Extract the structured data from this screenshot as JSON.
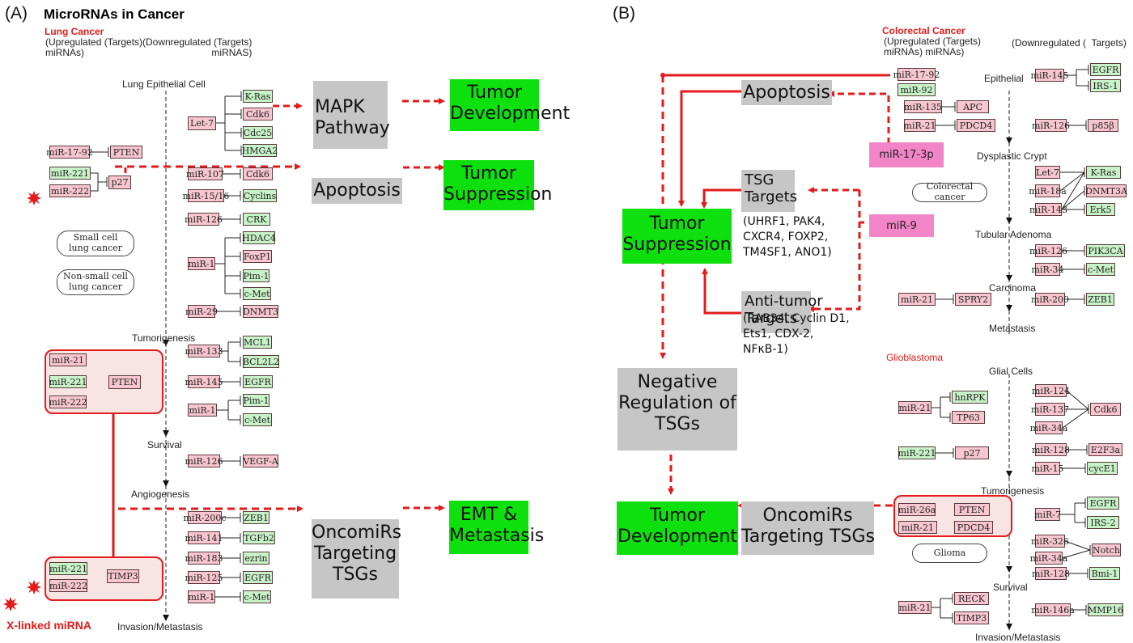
{
  "panel_a": {
    "label": "(A)",
    "title": "MicroRNAs in Cancer",
    "cancer": "Lung Cancer",
    "header_up": "(Upregulated (Targets)\nmiRNAs)",
    "header_down": "(Downregulated (Targets)\nmiRNAS)",
    "stages": [
      "Lung Epithelial Cell",
      "Tumorigenesis",
      "Survival",
      "Angiogenesis",
      "Invasion/Metastasis"
    ],
    "ovals": [
      "Small cell\nlung cancer",
      "Non-small cell\nlung cancer"
    ],
    "left_boxes": [
      "miR-17-92",
      "PTEN",
      "miR-221",
      "miR-222",
      "p27",
      "miR-21",
      "miR-221",
      "miR-222",
      "PTEN",
      "miR-221",
      "miR-222",
      "TIMP3"
    ],
    "mid_boxes": [
      "Let-7",
      "K-Ras",
      "Cdk6",
      "Cdc25",
      "HMGA2",
      "miR-107",
      "Cdk6",
      "miR-15/16",
      "Cyclins",
      "miR-126",
      "CRK",
      "miR-1",
      "HDAC4",
      "FoxP1",
      "Pim-1",
      "c-Met",
      "miR-29",
      "DNMT3",
      "miR-133",
      "MCL1",
      "BCL2L2",
      "miR-145",
      "EGFR",
      "miR-1",
      "Pim-1",
      "c-Met",
      "miR-126",
      "VEGF-A",
      "miR-200c",
      "ZEB1",
      "miR-141",
      "TGFb2",
      "miR-183",
      "ezrin",
      "miR-125",
      "EGFR",
      "miR-1",
      "c-Met"
    ],
    "grey": [
      "MAPK\nPathway",
      "Apoptosis",
      "OncomiRs\nTargeting\nTSGs"
    ],
    "green": [
      "Tumor\nDevelopment",
      "Tumor\nSuppression",
      "EMT &\nMetastasis"
    ],
    "legend": "X-linked miRNA"
  },
  "panel_b": {
    "label": "(B)",
    "cancer": "Colorectal Cancer",
    "header_up": "(Upregulated (Targets)\nmiRNAs) miRNAs)",
    "header_down": "(Downregulated (  Targets)",
    "stages": [
      "Epithelial",
      "Dysplastic Crypt",
      "Tubular Adenoma",
      "Carcinoma",
      "Metastasis"
    ],
    "oval_crc": "Colorectal cancer",
    "glio_title": "Glioblastoma",
    "glio_stages": [
      "Glial Cells",
      "Tumorigenesis",
      "Survival",
      "Invasion/Metastasis"
    ],
    "oval_glioma": "Glioma",
    "grey": [
      "Apoptosis",
      "Negative\nRegulation of\nTSGs",
      "OncomiRs\nTargeting TSGs"
    ],
    "tsg_title": "TSG\nTargets",
    "tsg_list": "(UHRF1, PAK4,\nCXCR4, FOXP2,\nTM4SF1, ANO1)",
    "anti_title": "Anti-tumor\nTargets",
    "anti_list": "(RAB34, Cyclin D1,\nEts1, CDX-2,\nNFκB-1)",
    "mag": [
      "miR-17-3p",
      "miR-9"
    ],
    "green": [
      "Tumor\nSuppression",
      "Tumor\nDevelopment"
    ],
    "crc_left": [
      "miR-17-92",
      "miR-92",
      "miR-135",
      "APC",
      "miR-21",
      "PDCD4",
      "miR-21",
      "SPRY2"
    ],
    "crc_right": [
      "miR-145",
      "EGFR",
      "IRS-1",
      "miR-126",
      "p85β",
      "Let-7",
      "K-Ras",
      "miR-18a",
      "DNMT3A",
      "miR-143",
      "Erk5",
      "miR-126",
      "PIK3CA",
      "miR-34",
      "c-Met",
      "miR-200",
      "ZEB1"
    ],
    "glio_left": [
      "miR-21",
      "hnRPK",
      "TP63",
      "miR-221",
      "p27",
      "miR-26a",
      "PTEN",
      "miR-21",
      "PDCD4",
      "miR-21",
      "RECK",
      "TIMP3"
    ],
    "glio_right": [
      "miR-124",
      "miR-137",
      "miR-34a",
      "Cdk6",
      "miR-128",
      "E2F3a",
      "miR-15",
      "cycE1",
      "miR-7",
      "EGFR",
      "IRS-2",
      "miR-326",
      "miR-34a",
      "Notch",
      "miR-128",
      "Bmi-1",
      "miR-146a",
      "MMP16"
    ]
  },
  "colors": {
    "red": "#e31b1b",
    "green": "#0ee00e",
    "grey": "#c6c6c6",
    "pink": "#f7c6d0",
    "lightgreen": "#c8f3c8",
    "magenta": "#f285c8"
  }
}
